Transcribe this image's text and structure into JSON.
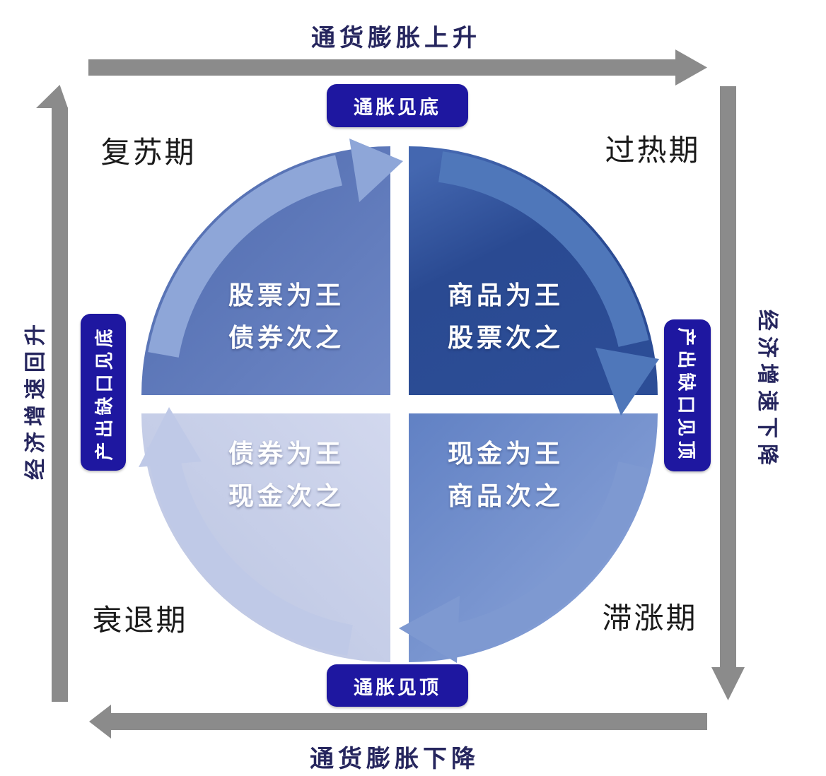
{
  "axes": {
    "top": "通货膨胀上升",
    "bottom": "通货膨胀下降",
    "left": "经济增速回升",
    "right": "经济增速下降"
  },
  "badges": {
    "top": "通胀见底",
    "bottom": "通胀见顶",
    "left": "产出缺口见底",
    "right": "产出缺口见顶"
  },
  "phases": {
    "top_left": "复苏期",
    "top_right": "过热期",
    "bottom_left": "衰退期",
    "bottom_right": "滞涨期"
  },
  "quadrants": {
    "top_left": {
      "line1": "股票为王",
      "line2": "债券次之"
    },
    "top_right": {
      "line1": "商品为王",
      "line2": "股票次之"
    },
    "bottom_left": {
      "line1": "债券为王",
      "line2": "现金次之"
    },
    "bottom_right": {
      "line1": "现金为王",
      "line2": "商品次之"
    }
  },
  "colors": {
    "badge_bg": "#1e17a0",
    "axis_arrow_gray": "#8b8b8b",
    "axis_text": "#26265e",
    "phase_text": "#1a1a1a",
    "quadrant_text": "#ffffff",
    "quadrant_top_left": "#5b77bd",
    "quadrant_top_right": "#2b4a92",
    "quadrant_bottom_left": "#c7cfe9",
    "quadrant_bottom_right": "#7490cb",
    "cycle_arrow_top_left": "#8ea6d8",
    "cycle_arrow_top_right": "#4f77ba",
    "cycle_arrow_bottom_right": "#7e99d1",
    "cycle_arrow_bottom_left": "#bfc9e7"
  }
}
